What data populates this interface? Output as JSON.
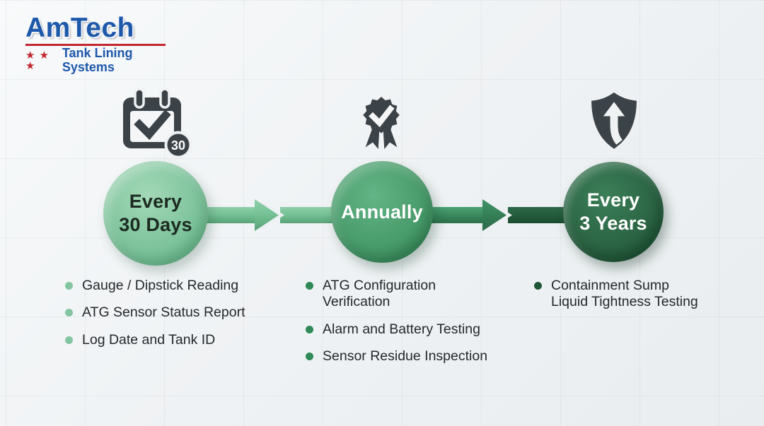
{
  "logo": {
    "name": "AmTech",
    "tagline": "Tank Lining Systems",
    "stars": "★ ★ ★",
    "blue": "#1d58ab",
    "red": "#c1272d"
  },
  "icons": {
    "color": "#3b4349",
    "calendar_badge": "30"
  },
  "timeline": {
    "stages": [
      {
        "id": "every-30-days",
        "label": "Every\n30 Days",
        "icon": "calendar-check-30-icon",
        "circle_color": "#7cc29a",
        "label_color": "#1c2a22",
        "bullet_color": "#84c5a1",
        "items": [
          "Gauge / Dipstick Reading",
          "ATG Sensor Status Report",
          "Log Date and Tank ID"
        ]
      },
      {
        "id": "annually",
        "label": "Annually",
        "icon": "award-ribbon-check-icon",
        "circle_color": "#479a69",
        "label_color": "#ffffff",
        "bullet_color": "#2f8a58",
        "items": [
          "ATG Configuration\nVerification",
          "Alarm and Battery Testing",
          "Sensor Residue Inspection"
        ]
      },
      {
        "id": "every-3-years",
        "label": "Every\n3 Years",
        "icon": "shield-arrow-up-icon",
        "circle_color": "#2a6343",
        "label_color": "#ffffff",
        "bullet_color": "#1d5737",
        "items": [
          "Containment Sump\nLiquid Tightness Testing"
        ]
      }
    ]
  }
}
